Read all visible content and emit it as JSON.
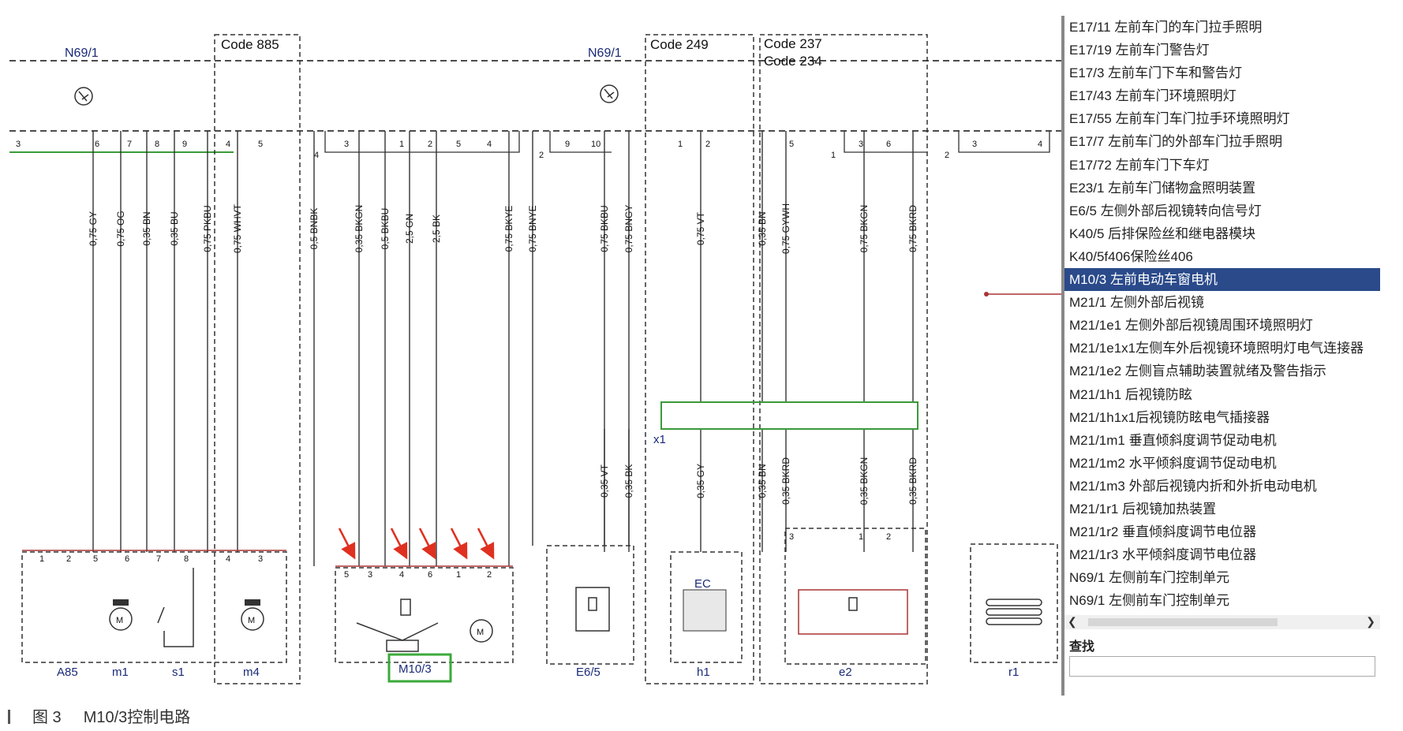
{
  "diagram": {
    "connectors": {
      "n69_left": "N69/1",
      "n69_right": "N69/1"
    },
    "codes": {
      "c885": "Code 885",
      "c249": "Code 249",
      "c237": "Code 237",
      "c234": "Code 234"
    },
    "pin_groups": [
      {
        "group": "3",
        "pins": [
          "6",
          "7",
          "8",
          "9"
        ]
      },
      {
        "group": "",
        "pins": [
          "4",
          "5"
        ]
      },
      {
        "group": "4",
        "pins": [
          "3",
          "1",
          "2",
          "5",
          "4"
        ]
      },
      {
        "group": "2",
        "pins": [
          "9",
          "10"
        ]
      },
      {
        "group": "",
        "pins": [
          "1",
          "2"
        ]
      },
      {
        "group": "",
        "pins": [
          "5"
        ]
      },
      {
        "group": "1",
        "pins": [
          "3",
          "6"
        ]
      },
      {
        "group": "2",
        "pins": [
          "3",
          "4"
        ]
      }
    ],
    "wires_top": [
      "0,75 GY",
      "0,75 OG",
      "0,35 BN",
      "0,35 BU",
      "0,75 PKBU",
      "0,75 WHVT",
      "0,5 BNBK",
      "0,35 BKGN",
      "0,5 BKBU",
      "2,5 GN",
      "2,5 BK",
      "0,75 BKYE",
      "0,75 BNYE",
      "0,75 BKBU",
      "0,75 BNGY",
      "0,75 VT",
      "0,35 BN",
      "0,75 GYWH",
      "0,75 BKGN",
      "0,75 BKRD"
    ],
    "wires_bottom": [
      "0,35 VT",
      "0,35 BK",
      "0,35 GY",
      "0,35 BN",
      "0,35 BKRD",
      "0,35 BKGN",
      "0,35 BKRD"
    ],
    "bottom_pins": [
      "1",
      "2",
      "5",
      "6",
      "7",
      "8",
      "4",
      "3",
      "5",
      "3",
      "4",
      "6",
      "1",
      "2",
      "3",
      "1",
      "2"
    ],
    "x1_label": "x1",
    "ec_label": "EC",
    "components": [
      "A85",
      "m1",
      "s1",
      "m4",
      "M10/3",
      "E6/5",
      "h1",
      "e2",
      "r1"
    ]
  },
  "panel": {
    "items": [
      "E17/11  左前车门的车门拉手照明",
      "E17/19  左前车门警告灯",
      "E17/3   左前车门下车和警告灯",
      "E17/43  左前车门环境照明灯",
      "E17/55  左前车门车门拉手环境照明灯",
      "E17/7   左前车门的外部车门拉手照明",
      "E17/72  左前车门下车灯",
      "E23/1   左前车门储物盒照明装置",
      "E6/5   左侧外部后视镜转向信号灯",
      "K40/5  后排保险丝和继电器模块",
      "K40/5f406保险丝406",
      "M10/3  左前电动车窗电机",
      "M21/1   左侧外部后视镜",
      "M21/1e1  左侧外部后视镜周围环境照明灯",
      "M21/1e1x1左侧车外后视镜环境照明灯电气连接器",
      "M21/1e2  左侧盲点辅助装置就绪及警告指示",
      "M21/1h1  后视镜防眩",
      "M21/1h1x1后视镜防眩电气插接器",
      "M21/1m1  垂直倾斜度调节促动电机",
      "M21/1m2  水平倾斜度调节促动电机",
      "M21/1m3  外部后视镜内折和外折电动电机",
      "M21/1r1  后视镜加热装置",
      "M21/1r2  垂直倾斜度调节电位器",
      "M21/1r3  水平倾斜度调节电位器",
      "N69/1   左侧前车门控制单元",
      "N69/1   左侧前车门控制单元"
    ],
    "selected_index": 11,
    "search_label": "查找",
    "search_value": ""
  },
  "caption": {
    "fig": "图 3",
    "title": "M10/3控制电路"
  },
  "colors": {
    "selection": "#2a4a8a",
    "highlight_box": "#3aaa3a",
    "arrow": "#e03020",
    "rail": "#3a9a3a",
    "label": "#1a2a78"
  }
}
